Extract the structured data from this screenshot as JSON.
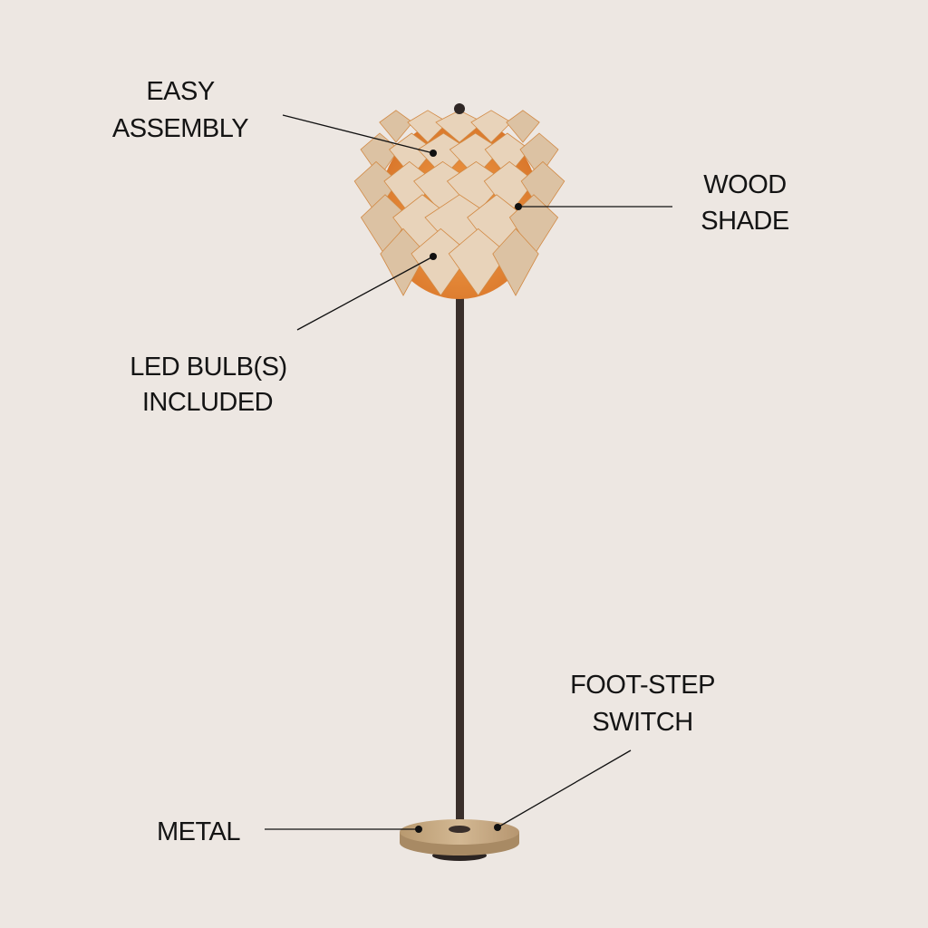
{
  "colors": {
    "background": "#ede7e2",
    "wood": "#e6cfb4",
    "wood_dark": "#d9bb98",
    "glow": "#e98a2e",
    "metal": "#3a2f2b",
    "base": "#c9ab84"
  },
  "callouts": {
    "easy_assembly": [
      "EASY",
      "ASSEMBLY"
    ],
    "wood_shade": [
      "WOOD",
      "SHADE"
    ],
    "led_bulbs": [
      "LED BULB(S)",
      "INCLUDED"
    ],
    "foot_step_switch": [
      "FOOT-STEP",
      "SWITCH"
    ],
    "metal": [
      "METAL"
    ]
  }
}
